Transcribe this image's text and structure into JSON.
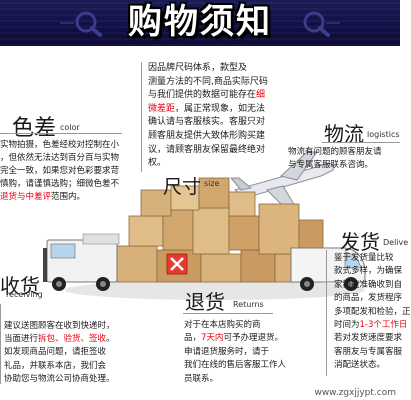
{
  "header": {
    "title": "购物须知",
    "accent_color": "#e60012",
    "icons": [
      "magnifier-icon",
      "magnifier-icon"
    ]
  },
  "size_section": {
    "title": "尺寸",
    "subtitle": "size",
    "lines": [
      [
        "因品牌尺码体系，款型及",
        "",
        ""
      ],
      [
        "测量方法的不同,商品实际尺码",
        "",
        ""
      ],
      [
        "与我们提供的数据可能存在",
        "细",
        ""
      ],
      [
        "微差距",
        "，属正常现象，如无法",
        ""
      ],
      [
        "确认请与客服核实。客服只对",
        "",
        ""
      ],
      [
        "顾客朋友提供大致体形购买建",
        "",
        ""
      ],
      [
        "议，请顾客朋友保留最终绝对",
        "",
        ""
      ],
      [
        "权。",
        "",
        ""
      ]
    ]
  },
  "color_section": {
    "title": "色差",
    "subtitle": "color",
    "lines": [
      [
        "实物拍摄，色差经校对控制在小",
        ""
      ],
      [
        "，但依然无法达到百分百与实物",
        ""
      ],
      [
        "完全一致，如果您对色彩要求苛",
        ""
      ],
      [
        "慎购，请谨慎选购；细微色差不",
        ""
      ],
      [
        "退货与中差评",
        "范围内。"
      ]
    ]
  },
  "logistics_section": {
    "title": "物流",
    "subtitle": "logistics",
    "lines": [
      "物流有问题的顾客朋友请",
      "与专属客服联系咨询。"
    ]
  },
  "delivery_section": {
    "title": "发货",
    "subtitle": "Delive",
    "lines": [
      [
        "鉴于发货量比较",
        ""
      ],
      [
        "款式多样，为确保",
        ""
      ],
      [
        "家都能准确收到自",
        ""
      ],
      [
        "的商品，发货程序",
        ""
      ],
      [
        "多项配发和检验，",
        "正"
      ],
      [
        "时间为",
        "1-3个工作日"
      ],
      [
        "若对发货速度要求",
        ""
      ],
      [
        "客朋友与专属客服",
        ""
      ],
      [
        "消配送状态。",
        ""
      ]
    ]
  },
  "receiving_section": {
    "title": "收货",
    "subtitle": "receiving",
    "lines": [
      [
        "建议送图顾客在收到快递时，",
        "",
        ""
      ],
      [
        "当面进行",
        "拆包、验货、签收",
        "。"
      ],
      [
        "如发现商品问题，请拒签收",
        "",
        ""
      ],
      [
        "礼品，并联系本店，我们会",
        "",
        ""
      ],
      [
        "协助您与物流公司协商处理。",
        "",
        ""
      ]
    ]
  },
  "returns_section": {
    "title": "退货",
    "subtitle": "Returns",
    "lines": [
      [
        "对于在本店购买的商",
        "",
        ""
      ],
      [
        "品，",
        "7天内",
        "可予办理退货。"
      ],
      [
        "申请退货服务时，请于",
        "",
        ""
      ],
      [
        "我们在线的售后客服工作人",
        "",
        ""
      ],
      [
        "员联系。",
        "",
        ""
      ]
    ]
  },
  "watermark": "www.zgxjjypt.com"
}
